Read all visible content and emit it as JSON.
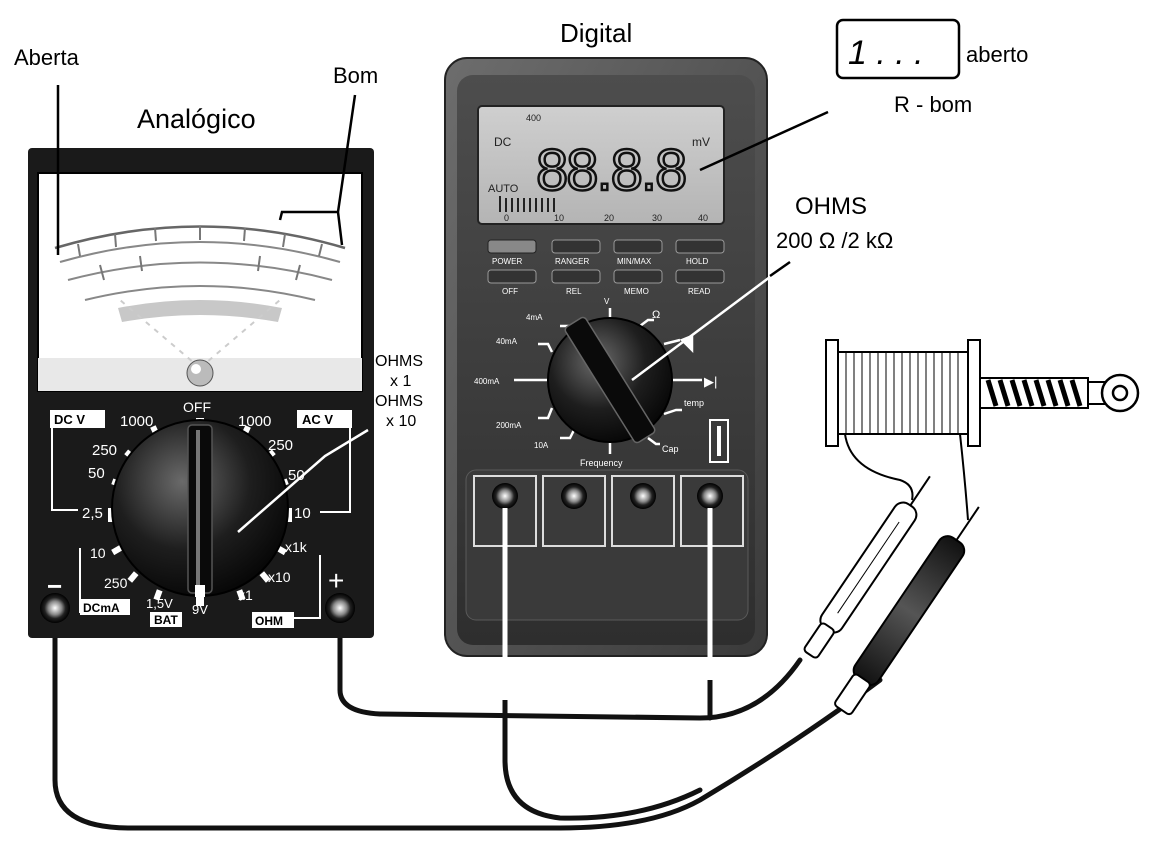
{
  "labels": {
    "aberta": "Aberta",
    "bom": "Bom",
    "analogico": "Analógico",
    "digital": "Digital",
    "aberto": "aberto",
    "r_bom": "R - bom",
    "ohms_digital": "OHMS",
    "ohms_range": "200 Ω /2 kΩ",
    "ohms_x1_a": "OHMS",
    "ohms_x1_b": "x 1",
    "ohms_x10_a": "OHMS",
    "ohms_x10_b": "x 10",
    "lcd_small_reading": "1 . . ."
  },
  "analog": {
    "off": "OFF",
    "dcv": "DC V",
    "acv": "AC V",
    "dcv_1000": "1000",
    "dcv_250": "250",
    "dcv_50": "50",
    "dcv_25": "2,5",
    "acv_1000": "1000",
    "acv_250": "250",
    "acv_50": "50",
    "acv_10": "10",
    "ma_10": "10",
    "ma_250": "250",
    "dcma": "DCmA",
    "bat": "BAT",
    "v15": "1,5V",
    "v9": "9V",
    "x1k": "x1k",
    "x10": "x10",
    "x1": "x1",
    "ohm": "OHM",
    "minus": "−",
    "plus": "+"
  },
  "digital": {
    "lcd_dc": "DC",
    "lcd_auto": "AUTO",
    "lcd_mv": "mV",
    "lcd_digits": "88.8.8",
    "lcd_400": "400",
    "bar_ticks": [
      "0",
      "10",
      "20",
      "30",
      "40"
    ],
    "buttons_top": [
      "POWER",
      "RANGER",
      "MIN/MAX",
      "HOLD"
    ],
    "buttons_bottom": [
      "OFF",
      "REL",
      "MEMO",
      "READ"
    ],
    "dial_v": "V",
    "dial_ohm": "Ω",
    "dial_4ma": "4mA",
    "dial_40ma": "40mA",
    "dial_400ma": "400mA",
    "dial_200ma": "200mA",
    "dial_10a": "10A",
    "dial_frequency": "Frequency",
    "dial_cap": "Cap",
    "dial_temp": "temp",
    "dial_diode": "▶|"
  }
}
